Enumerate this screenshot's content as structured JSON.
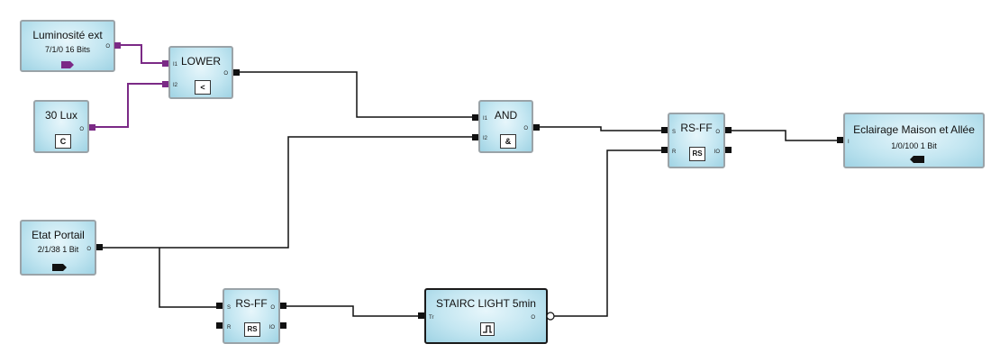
{
  "blocks": {
    "luminosite": {
      "title": "Luminosité ext",
      "sub": "7/1/0 16 Bits",
      "out": "O"
    },
    "lux30": {
      "title": "30 Lux",
      "sym": "C",
      "out": "O"
    },
    "lower": {
      "title": "LOWER",
      "sym": "<",
      "in1": "I1",
      "in2": "I2",
      "out": "O"
    },
    "and": {
      "title": "AND",
      "sym": "&",
      "in1": "I1",
      "in2": "I2",
      "out": "O"
    },
    "rsff_top": {
      "title": "RS-FF",
      "sym": "RS",
      "s": "S",
      "r": "R",
      "o": "O",
      "io": "IO"
    },
    "eclairage": {
      "title": "Eclairage Maison et Allée",
      "sub": "1/0/100 1 Bit",
      "in": "I"
    },
    "etat": {
      "title": "Etat Portail",
      "sub": "2/1/38 1 Bit",
      "out": "O"
    },
    "rsff_bottom": {
      "title": "RS-FF",
      "sym": "RS",
      "s": "S",
      "r": "R",
      "o": "O",
      "io": "IO"
    },
    "stairc": {
      "title": "STAIRC LIGHT 5min",
      "tr": "Tr",
      "out": "O"
    }
  },
  "colors": {
    "wire_black": "#111111",
    "wire_purple": "#7b2a86",
    "block_border": "#9aa3a8"
  }
}
